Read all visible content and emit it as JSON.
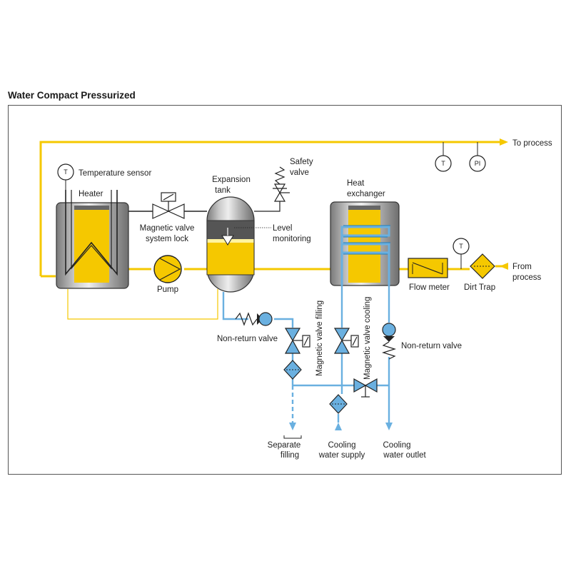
{
  "title": "Water Compact Pressurized",
  "colors": {
    "process": "#f5c800",
    "cooling": "#6ab0e0",
    "cooling_dark": "#1f7fc0",
    "tank_gray": "#8a8a8a",
    "line": "#222222"
  },
  "labels": {
    "to_process": "To process",
    "from_process_1": "From",
    "from_process_2": "process",
    "temperature_sensor": "Temperature sensor",
    "heater": "Heater",
    "magnetic_valve_1": "Magnetic valve",
    "magnetic_valve_2": "system lock",
    "pump": "Pump",
    "expansion_tank_1": "Expansion",
    "expansion_tank_2": "tank",
    "safety_valve_1": "Safety",
    "safety_valve_2": "valve",
    "level_monitoring_1": "Level",
    "level_monitoring_2": "monitoring",
    "heat_exchanger_1": "Heat",
    "heat_exchanger_2": "exchanger",
    "flow_meter": "Flow meter",
    "dirt_trap": "Dirt Trap",
    "non_return_valve_left": "Non-return valve",
    "non_return_valve_right": "Non-return valve",
    "magnetic_valve_filling": "Magnetic valve filling",
    "magnetic_valve_cooling": "Magnetic valve cooling",
    "separate_filling_1": "Separate",
    "separate_filling_2": "filling",
    "cooling_supply_1": "Cooling",
    "cooling_supply_2": "water supply",
    "cooling_outlet_1": "Cooling",
    "cooling_outlet_2": "water outlet"
  },
  "instruments": {
    "temp_heater": "T",
    "temp_process": "T",
    "pressure_process": "PI",
    "temp_return": "T"
  }
}
